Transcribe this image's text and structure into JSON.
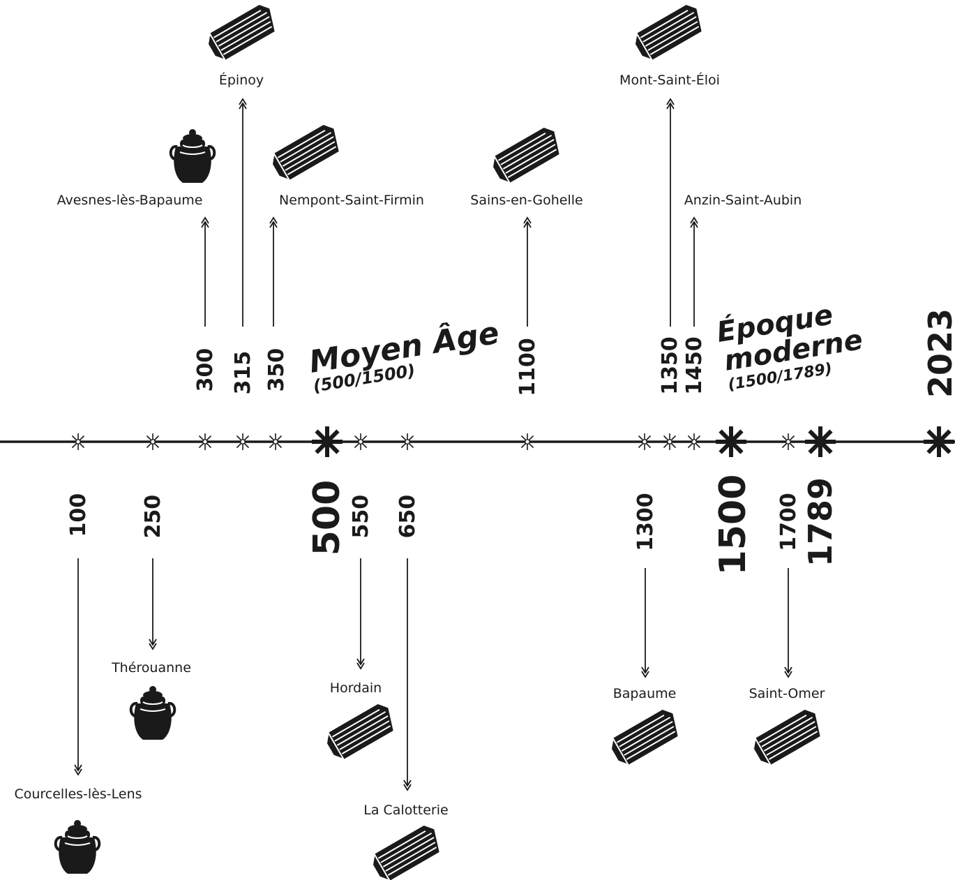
{
  "colors": {
    "ink": "#1a1a1a",
    "background": "#ffffff"
  },
  "timeline": {
    "end_label": "2023",
    "periods": [
      {
        "name": "Moyen Âge",
        "range": "(500/1500)"
      },
      {
        "name_line1": "Époque",
        "name_line2": "moderne",
        "range": "(1500/1789)"
      }
    ],
    "boundary_years": [
      "500",
      "1500",
      "1789"
    ]
  },
  "events": [
    {
      "year": "100",
      "place": "Courcelles-lès-Lens",
      "icon": "urn-icon"
    },
    {
      "year": "250",
      "place": "Thérouanne",
      "icon": "urn-icon"
    },
    {
      "year": "300",
      "place": "Avesnes-lès-Bapaume",
      "icon": "urn-icon"
    },
    {
      "year": "315",
      "place": "Épinoy",
      "icon": "coffin-icon"
    },
    {
      "year": "350",
      "place": "Nempont-Saint-Firmin",
      "icon": "coffin-icon"
    },
    {
      "year": "550",
      "place": "Hordain",
      "icon": "coffin-icon"
    },
    {
      "year": "650",
      "place": "La Calotterie",
      "icon": "coffin-icon"
    },
    {
      "year": "1100",
      "place": "Sains-en-Gohelle",
      "icon": "coffin-icon"
    },
    {
      "year": "1300",
      "place": "Bapaume",
      "icon": "coffin-icon"
    },
    {
      "year": "1350",
      "place": "Mont-Saint-Éloi",
      "icon": "coffin-icon"
    },
    {
      "year": "1450",
      "place": "Anzin-Saint-Aubin",
      "icon": ""
    },
    {
      "year": "1700",
      "place": "Saint-Omer",
      "icon": "coffin-icon"
    }
  ]
}
